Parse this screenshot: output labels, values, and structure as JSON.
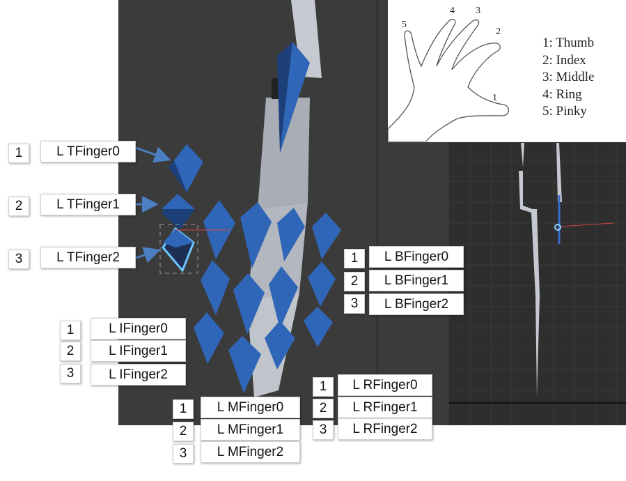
{
  "legend": {
    "items": [
      {
        "num": "1",
        "name": "Thumb"
      },
      {
        "num": "2",
        "name": "Index"
      },
      {
        "num": "3",
        "name": "Middle"
      },
      {
        "num": "4",
        "name": "Ring"
      },
      {
        "num": "5",
        "name": "Pinky"
      }
    ],
    "tags": [
      "1",
      "2",
      "3",
      "4",
      "5"
    ]
  },
  "thumb": [
    {
      "num": "1",
      "label": "L TFinger0"
    },
    {
      "num": "2",
      "label": "L TFinger1"
    },
    {
      "num": "3",
      "label": "L TFinger2"
    }
  ],
  "index": [
    {
      "num": "1",
      "label": "L IFinger0"
    },
    {
      "num": "2",
      "label": "L IFinger1"
    },
    {
      "num": "3",
      "label": "L IFinger2"
    }
  ],
  "middle": [
    {
      "num": "1",
      "label": "L MFinger0"
    },
    {
      "num": "2",
      "label": "L MFinger1"
    },
    {
      "num": "3",
      "label": "L MFinger2"
    }
  ],
  "ring": [
    {
      "num": "1",
      "label": "L RFinger0"
    },
    {
      "num": "2",
      "label": "L RFinger1"
    },
    {
      "num": "3",
      "label": "L RFinger2"
    }
  ],
  "pinky": [
    {
      "num": "1",
      "label": "L BFinger0"
    },
    {
      "num": "2",
      "label": "L BFinger1"
    },
    {
      "num": "3",
      "label": "L BFinger2"
    }
  ],
  "colors": {
    "bone": "#2f66b8",
    "bone_dark": "#1d3f7a",
    "viewport": "#3b3b3b",
    "mesh": "#b8bcc4"
  }
}
